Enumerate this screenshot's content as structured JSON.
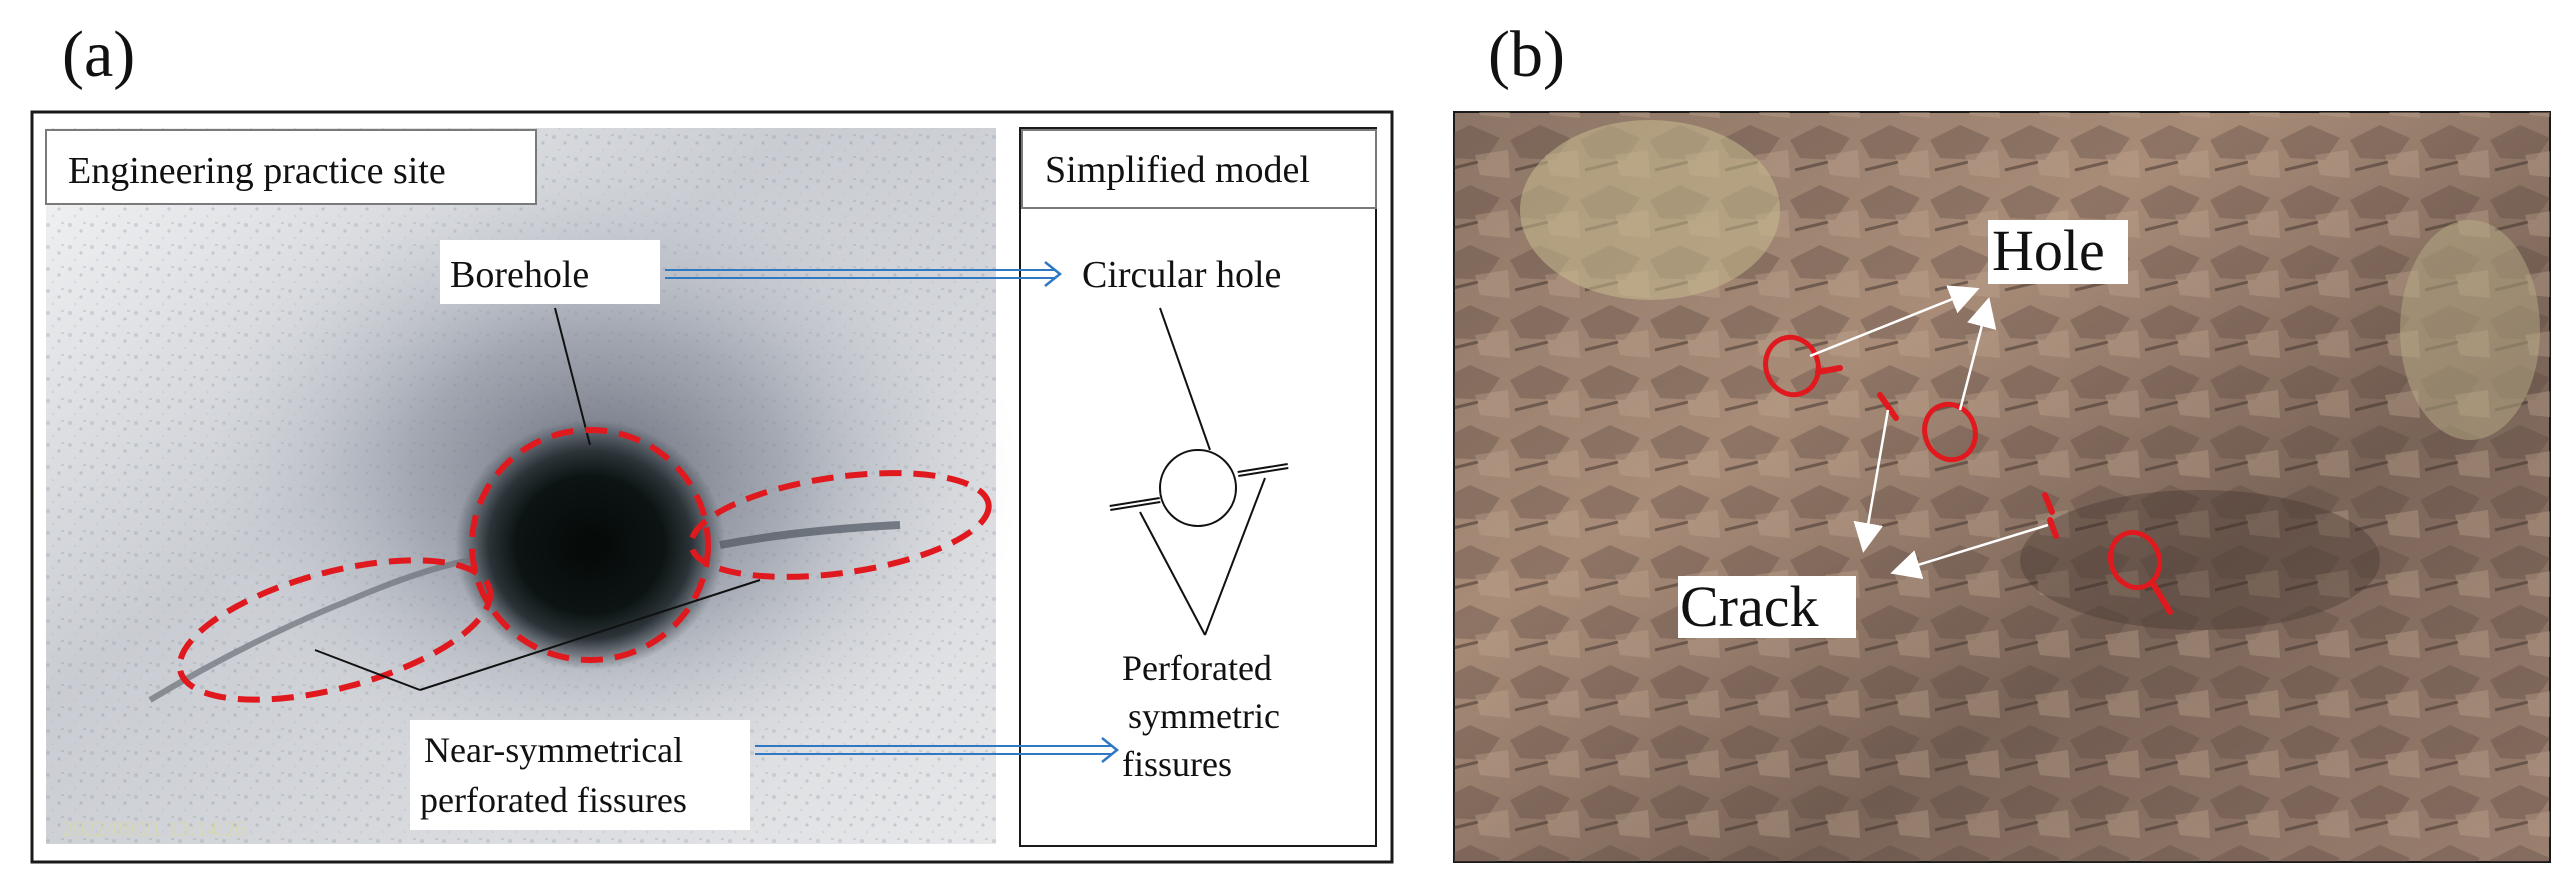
{
  "panels": {
    "a": {
      "label": "(a)",
      "site_label": "Engineering practice site",
      "model_label": "Simplified model",
      "borehole": "Borehole",
      "circular_hole": "Circular hole",
      "fissures_line1": "Near-symmetrical",
      "fissures_line2": "perforated fissures",
      "model_fissures_line1": "Perforated",
      "model_fissures_line2": "symmetric",
      "model_fissures_line3": "fissures",
      "timestamp": "2022/09/21 13:14:26"
    },
    "b": {
      "label": "(b)",
      "hole": "Hole",
      "crack": "Crack"
    }
  },
  "colors": {
    "highlight": "#e0191f",
    "arrow": "#2f78c4",
    "frame": "#1a1a1a"
  }
}
